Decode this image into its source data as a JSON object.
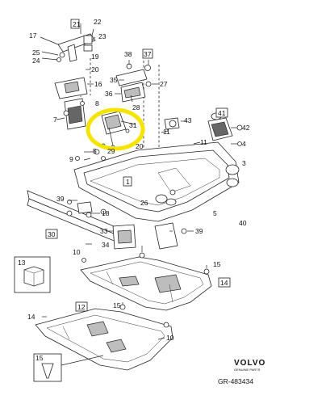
{
  "callouts": {
    "c1": "1",
    "c3": "3",
    "c4": "4",
    "c5a": "5",
    "c5b": "5",
    "c7": "7",
    "c8": "8",
    "c9": "9",
    "c10": "10",
    "c11a": "11",
    "c11b": "11",
    "c12": "12",
    "c13": "13",
    "c14": "14",
    "c15": "15",
    "c15b": "15",
    "c16": "16",
    "c17": "17",
    "c18": "18",
    "c19": "19",
    "c20": "20",
    "c20b": "20",
    "c21": "21",
    "c22": "22",
    "c23": "23",
    "c25": "25",
    "c26": "26",
    "c27": "27",
    "c28": "28",
    "c29": "29",
    "c30": "30",
    "c31": "31",
    "c33": "33",
    "c34": "34",
    "c35": "35",
    "c36": "36",
    "c37": "37",
    "c38": "38",
    "c39a": "39",
    "c39b": "39",
    "c40": "40",
    "c41": "41",
    "c42": "42",
    "c43": "43"
  },
  "brand": {
    "name": "VOLVO",
    "tagline": "GENUINE PARTS"
  },
  "reference": "GR-483434",
  "colors": {
    "highlight": "#f5e400",
    "line": "#222222",
    "shade": "#bdbdbd"
  }
}
